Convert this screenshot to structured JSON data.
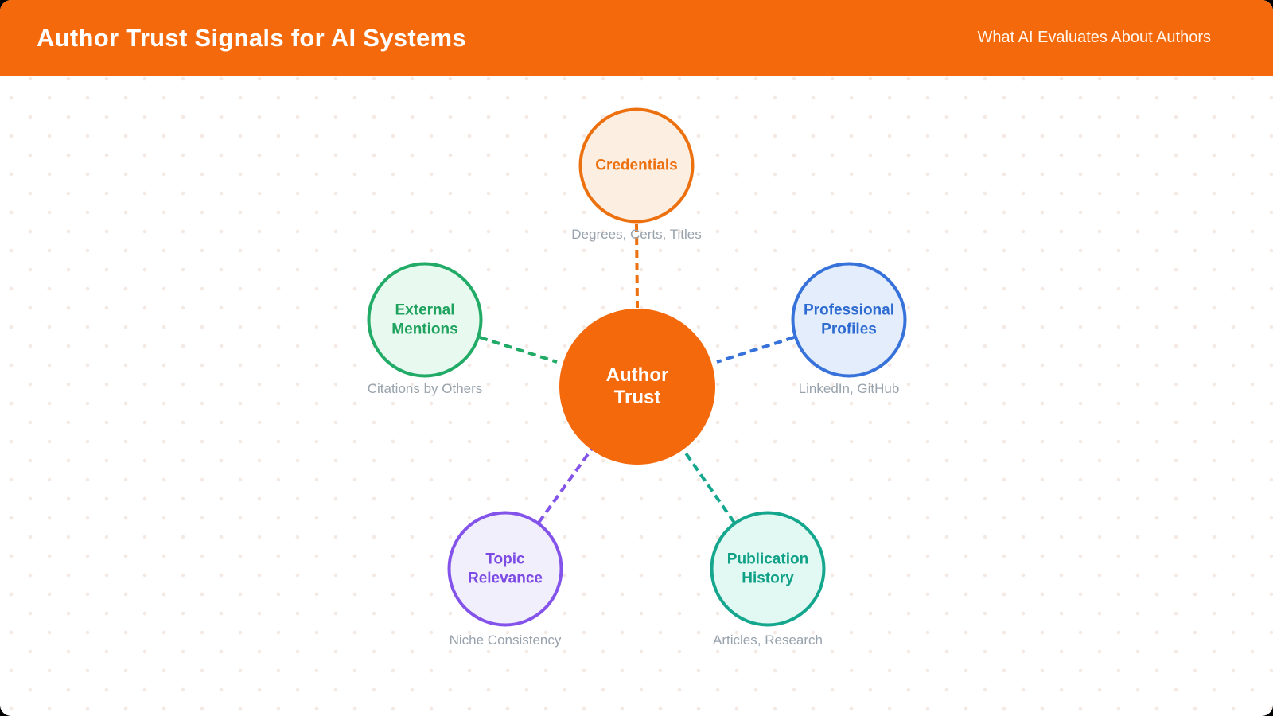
{
  "header": {
    "title": "Author Trust Signals for AI Systems",
    "subtitle": "What AI Evaluates About Authors",
    "background": "#F5690D"
  },
  "center": {
    "label": "Author Trust",
    "fill": "#F5690D",
    "text_color": "#FFFFFF"
  },
  "nodes": [
    {
      "id": "credentials",
      "label": "Credentials",
      "sublabel": "Degrees, Certs, Titles",
      "border": "#ED700F",
      "fill": "#FCEFE2",
      "text": "#ED700F"
    },
    {
      "id": "external-mentions",
      "label": "External Mentions",
      "sublabel": "Citations by Others",
      "border": "#22AB67",
      "fill": "#E8F9F0",
      "text": "#1FA25E"
    },
    {
      "id": "professional-profiles",
      "label": "Professional Profiles",
      "sublabel": "LinkedIn, GitHub",
      "border": "#3672D9",
      "fill": "#E3EDFB",
      "text": "#2E6BD0"
    },
    {
      "id": "topic-relevance",
      "label": "Topic Relevance",
      "sublabel": "Niche Consistency",
      "border": "#8454EA",
      "fill": "#F2EFFD",
      "text": "#7C4BE4"
    },
    {
      "id": "publication-history",
      "label": "Publication History",
      "sublabel": "Articles, Research",
      "border": "#15A78D",
      "fill": "#E1F8F3",
      "text": "#0FA086"
    }
  ],
  "palette": {
    "sublabel": "#98A2AC",
    "canvas_background": "#FFFFFF"
  }
}
